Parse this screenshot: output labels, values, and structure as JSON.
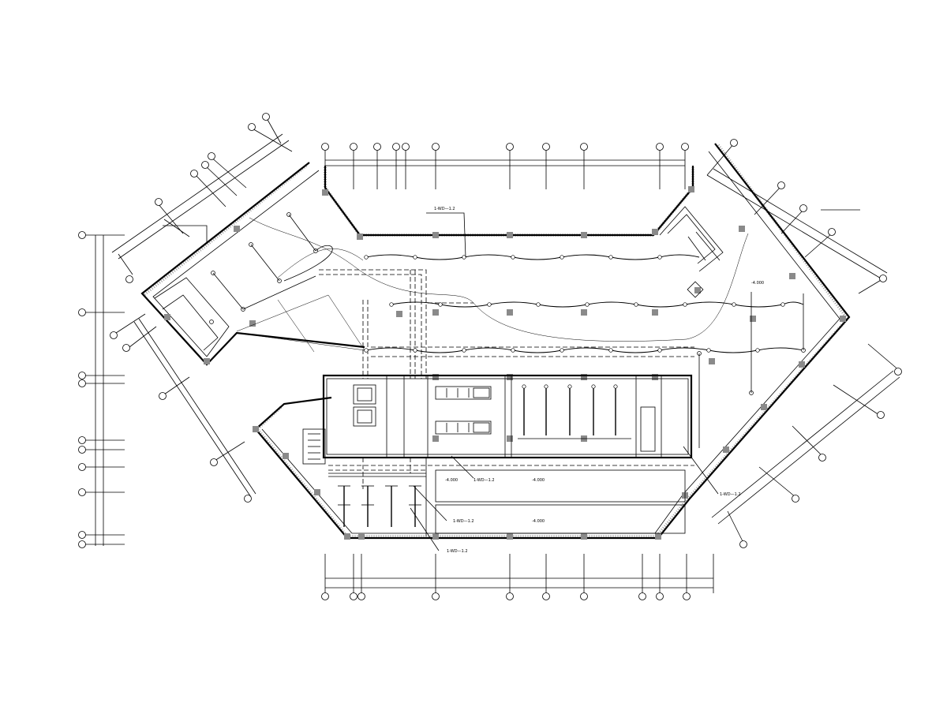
{
  "labels": {
    "circuit_1": "1-WD—1.2",
    "circuit_2": "1-WD—1.2",
    "circuit_3": "1-WD—1.2",
    "circuit_4": "1-WD—1.2",
    "circuit_5": "1-WD—1.2",
    "level_1": "-4.000",
    "level_2": "-4.000",
    "level_3": "-4.000",
    "level_4": "-4.000"
  }
}
